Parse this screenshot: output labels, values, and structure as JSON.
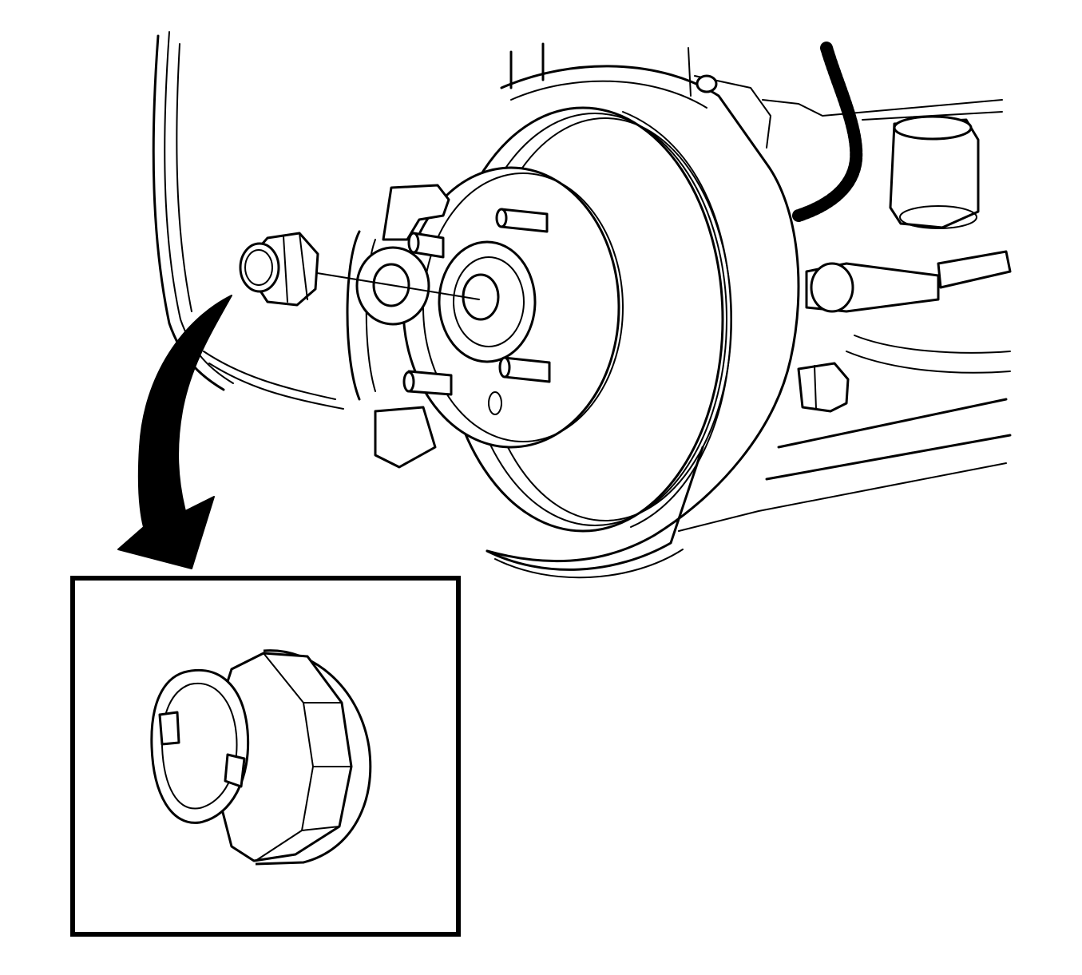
{
  "figure": {
    "background": "#ffffff",
    "line_color": "#000000",
    "components": [
      "wheel-hub-nut",
      "washer",
      "wheel-drive-shaft",
      "brake-rotor",
      "brake-caliper-bracket",
      "wheel-studs",
      "splash-shield",
      "wheel-speed-sensor-harness",
      "tie-rod-end",
      "lower-control-arm",
      "nut-detail-view"
    ]
  }
}
